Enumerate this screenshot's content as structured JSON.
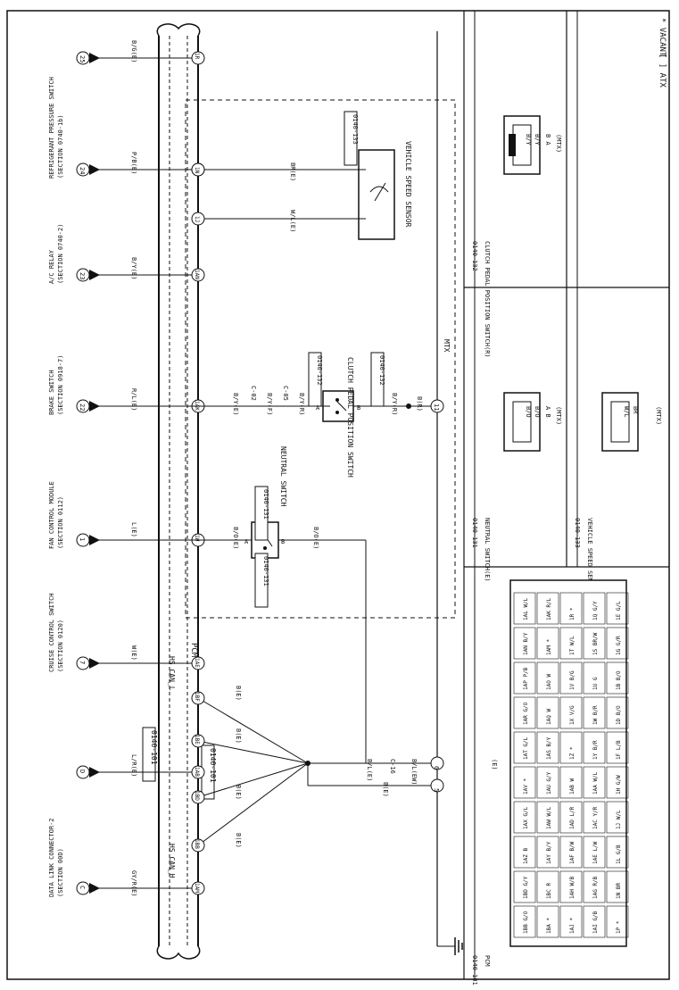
{
  "legend": {
    "atx": "[ ] ATX",
    "vacant": "* VACANT"
  },
  "pcm_label": "PCM",
  "pcm_ref": "0140-101",
  "pcm_title": "PCM",
  "mtx_label": "MTX",
  "e_label": "(E)",
  "hs_can_h": "HS CAN_H",
  "hs_can_l": "HS CAN_L",
  "connector_refs": {
    "pcm": "0140-101",
    "neutral": "0140-131",
    "clutch": "0140-132",
    "vss": "0140-133"
  },
  "components": [
    {
      "id": "data-link-connector",
      "title": "DATA LINK CONNECTOR-2",
      "section": "(SECTION 00D)",
      "terminal": "C",
      "wire": "GY/R(E)",
      "pcm_pin": "1AM"
    },
    {
      "id": "dlc-can-l",
      "title": "",
      "section": "",
      "terminal": "D",
      "wire": "L/R(E)",
      "pcm_pin": "1AB"
    },
    {
      "id": "cruise-control-switch",
      "title": "CRUISE CONTROL SWITCH",
      "section": "(SECTION 0120)",
      "terminal": "7",
      "wire": "W(E)",
      "pcm_pin": "1AE"
    },
    {
      "id": "fan-control-module",
      "title": "FAN CONTROL MODULE",
      "section": "(SECTION 0112)",
      "terminal": "1",
      "wire": "L(E)",
      "pcm_pin": "1W"
    },
    {
      "id": "brake-switch",
      "title": "BRAKE SWITCH",
      "section": "(SECTION 0918-7)",
      "terminal": "22",
      "wire": "R/L(E)",
      "pcm_pin": "1AK"
    },
    {
      "id": "ac-relay",
      "title": "A/C RELAY",
      "section": "(SECTION 0740-2)",
      "terminal": "23",
      "wire": "B/Y(E)",
      "pcm_pin": "1AN"
    },
    {
      "id": "refrigerant-pressure-switch-1",
      "title": "REFRIGERANT PRESSURE SWITCH",
      "section": "(SECTION 0740-1b)",
      "terminal": "24",
      "wire": "P/B(E)",
      "pcm_pin": "1AP"
    },
    {
      "id": "refrigerant-pressure-switch-2",
      "title": "",
      "section": "",
      "terminal": "25",
      "wire": "B/G(E)",
      "pcm_pin": "1R"
    }
  ],
  "ground_pins": [
    "1BB",
    "1BD",
    "1BE",
    "1BF",
    "1BC"
  ],
  "ground_wires": [
    "B(E)",
    "B(E)",
    "B(E)",
    "B(E)"
  ],
  "splice": {
    "wire1": "B/L(E)",
    "joint": "C-16",
    "wire2": "B/L(EW)",
    "wire3": "B(E)",
    "t5": "5",
    "t6": "6"
  },
  "neutral_switch": {
    "label": "NEUTRAL SWITCH",
    "pin": "1S",
    "wire": "B/O(E)",
    "wire2": "B/O(E)",
    "a": "A",
    "b": "B"
  },
  "clutch_switch": {
    "label": "CLUTCH PEDAL POSITION SWITCH",
    "pin": "1U",
    "wire_e": "B/Y(E)",
    "j1": "C-02",
    "wire_f": "B/Y(F)",
    "j2": "C-05",
    "wire_r": "B/Y(R)",
    "wire_r2": "B/Y(R)",
    "wire_br": "B(R)",
    "terminal": "11",
    "a": "A",
    "b": "B"
  },
  "vss": {
    "label": "VEHICLE SPEED SENSOR",
    "pin1": "1J",
    "pin2": "1N",
    "wire1": "W/L(E)",
    "wire2": "BR(E)"
  },
  "views": {
    "neutral": {
      "ref": "0140-131",
      "title": "NEUTRAL SWITCH(E)",
      "pins": [
        "B/O",
        "B/O"
      ],
      "letters": "A   B",
      "mtx": "(MTX)"
    },
    "vss": {
      "ref": "0140-133",
      "title": "VEHICLE SPEED SENSOR(E)",
      "pins": [
        "W/L",
        "BR"
      ],
      "mtx": "(MTX)"
    },
    "clutch": {
      "ref": "0140-132",
      "title": "CLUTCH PEDAL POSITION SWITCH(R)",
      "pins": [
        "B/Y",
        "B/Y"
      ],
      "letters": "B   A",
      "mtx": "(MTX)"
    }
  },
  "pcm_pinout_rows": [
    [
      "1BB G/O",
      "1BD G/Y",
      "1AZ B",
      "1AX G/L",
      "1AV *",
      "1AT G/L",
      "1AR G/O",
      "1AP P/B",
      "1AN B/Y",
      "1AL W/L"
    ],
    [
      "1BA *",
      "1BC R",
      "1AY B/Y",
      "1AW W/L",
      "1AU G/Y",
      "1AS B/Y",
      "1AQ W",
      "1AO W",
      "1AM *",
      "1AK R/L"
    ],
    [
      "1AJ *",
      "1AH W/B",
      "1AF B/W",
      "1AD L/R",
      "1AB W",
      "1Z *",
      "1X V/G",
      "1V B/G",
      "1T W/L",
      "1R *"
    ],
    [
      "1AI G/B",
      "1AG R/B",
      "1AE L/W",
      "1AC Y/R",
      "1AA W/L",
      "1Y B/R",
      "1W B/R",
      "1U G",
      "1S BR/W",
      "1Q G/Y"
    ],
    [
      "1P *",
      "1N BR",
      "1L G/B",
      "1J W/L",
      "1H G/W",
      "1F L/B",
      "1D B/O",
      "1B B/O",
      "1G G/R",
      "1E G/L"
    ]
  ]
}
